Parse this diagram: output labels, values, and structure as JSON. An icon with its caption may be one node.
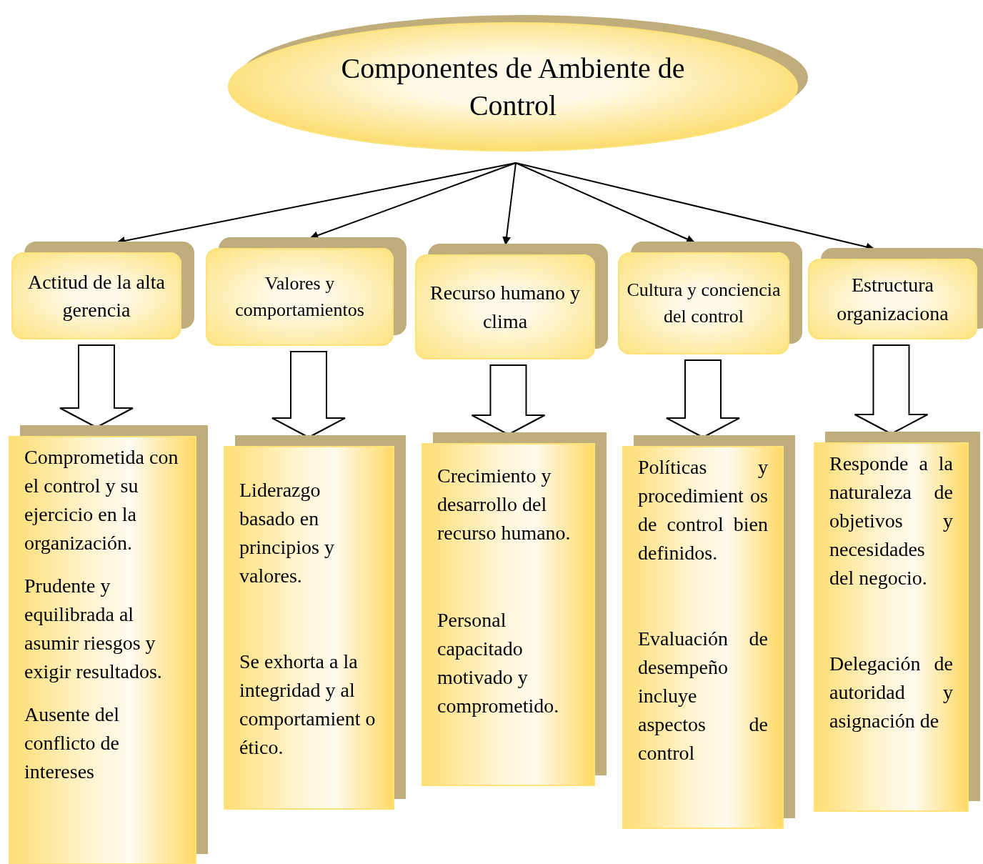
{
  "diagram": {
    "nodes": [
      {
        "text": [
          "Componentes de Ambiente de Control"
        ]
      },
      {
        "text": [
          "Actitud de la alta gerencia"
        ]
      },
      {
        "text": [
          "Valores y comportamientos"
        ]
      },
      {
        "text": [
          "Recurso humano y clima"
        ]
      },
      {
        "text": [
          "Cultura y conciencia del control"
        ]
      },
      {
        "text": [
          "Estructura organizaciona"
        ]
      },
      {
        "text": [
          "Comprometida con el control y su ejercicio en la organización.",
          "Prudente y equilibrada al asumir riesgos y exigir resultados.",
          "Ausente del conflicto de intereses"
        ]
      },
      {
        "text": [
          "Liderazgo basado en principios y valores.",
          "Se exhorta a la integridad y al comportamient o ético."
        ]
      },
      {
        "text": [
          "Crecimiento y desarrollo del recurso humano.",
          "Personal capacitado motivado y comprometido."
        ]
      },
      {
        "text": [
          "Políticas y procedimient os de control bien definidos.",
          "Evaluación de desempeño incluye aspectos de control"
        ]
      },
      {
        "text": [
          "Responde a la naturaleza de objetivos y necesidades del negocio.",
          "Delegación de autoridad y asignación de"
        ]
      }
    ],
    "edges": [
      {
        "from": 0,
        "to": 1,
        "arrow": "to"
      },
      {
        "from": 0,
        "to": 2,
        "arrow": "to"
      },
      {
        "from": 0,
        "to": 3,
        "arrow": "to"
      },
      {
        "from": 0,
        "to": 4,
        "arrow": "to"
      },
      {
        "from": 0,
        "to": 5,
        "arrow": "to"
      },
      {
        "from": 1,
        "to": 6,
        "arrow": "to",
        "style": "thick"
      },
      {
        "from": 2,
        "to": 7,
        "arrow": "to",
        "style": "thick"
      },
      {
        "from": 3,
        "to": 8,
        "arrow": "to",
        "style": "thick"
      },
      {
        "from": 4,
        "to": 9,
        "arrow": "to",
        "style": "thick"
      },
      {
        "from": 5,
        "to": 10,
        "arrow": "to",
        "style": "thick"
      }
    ]
  }
}
